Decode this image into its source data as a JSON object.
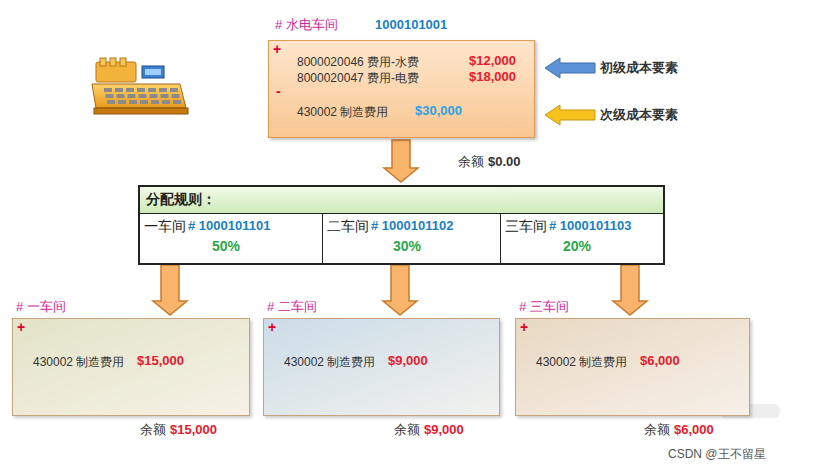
{
  "diagram": {
    "nodes": [
      {
        "text": [
          "# 水电车间",
          "1000101001",
          "+",
          "8000020046 费用-水费",
          "$12,000",
          "8000020047 费用-电费",
          "$18,000",
          "-",
          "430002 制造费用",
          "$30,000"
        ]
      },
      {
        "text": [
          "分配规则："
        ]
      },
      {
        "text": [
          "一车间",
          "# 1000101101",
          "50%"
        ],
        "in": 1
      },
      {
        "text": [
          "二车间",
          "# 1000101102",
          "30%"
        ],
        "in": 1
      },
      {
        "text": [
          "三车间",
          "# 1000101103",
          "20%"
        ],
        "in": 1
      },
      {
        "text": [
          "# 一车间",
          "+",
          "430002 制造费用",
          "$15,000"
        ]
      },
      {
        "text": [
          "# 二车间",
          "+",
          "430002 制造费用",
          "$9,000"
        ]
      },
      {
        "text": [
          "# 三车间",
          "+",
          "430002 制造费用",
          "$6,000"
        ]
      }
    ],
    "edges": [
      {
        "from": 0,
        "to": 1,
        "arrow": "to"
      },
      {
        "from": 2,
        "to": 5,
        "arrow": "to"
      },
      {
        "from": 3,
        "to": 6,
        "arrow": "to"
      },
      {
        "from": 4,
        "to": 7,
        "arrow": "to"
      }
    ],
    "labels": [
      "初级成本要素",
      "次级成本要素",
      "余额",
      "$0.00",
      "余额",
      "$15,000",
      "余额",
      "$9,000",
      "余额",
      "$6,000",
      "CSDN @王不留星"
    ]
  }
}
